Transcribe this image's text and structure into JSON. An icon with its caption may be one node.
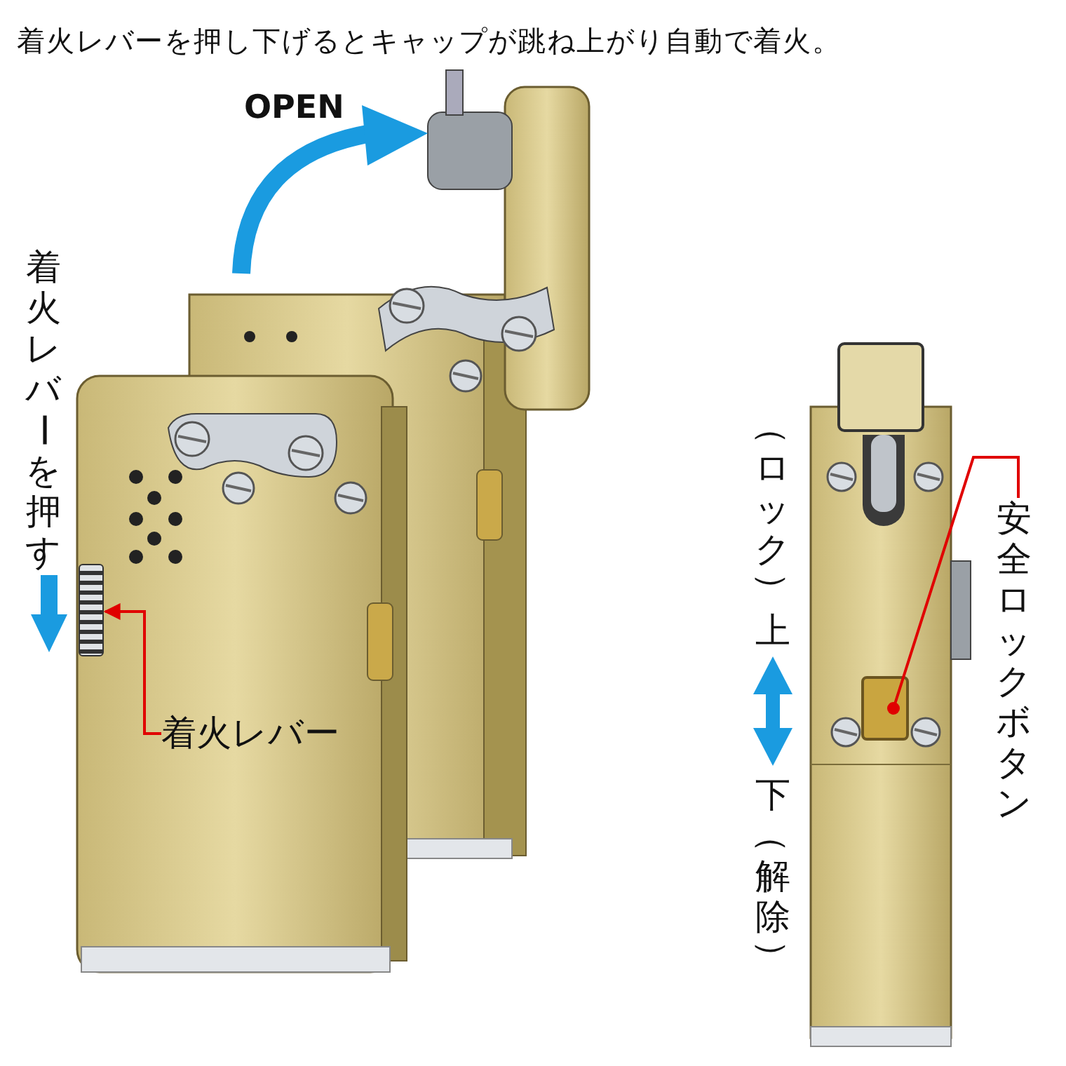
{
  "diagram": {
    "title": "着火レバーを押し下げるとキャップが跳ね上がり自動で着火。",
    "nodes": [
      {
        "text": [
          "着火レバー"
        ]
      },
      {
        "text": [],
        "shape": "bar"
      },
      {
        "text": [
          "安全ロックボタン"
        ]
      },
      {
        "text": [],
        "shape": "box"
      }
    ],
    "edges": [
      {
        "from": 0,
        "to": 1,
        "arrow": "to"
      },
      {
        "from": 2,
        "to": 3,
        "arrow": "other"
      }
    ],
    "labels": [
      "OPEN",
      "着火レバーを押す",
      "（ロック）上",
      "下（解除）"
    ]
  }
}
